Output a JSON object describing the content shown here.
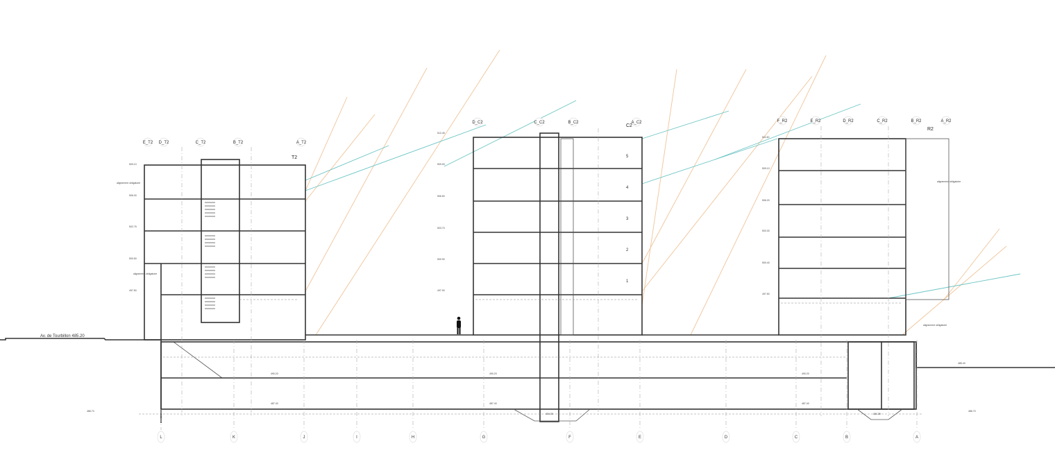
{
  "buildings": {
    "T2": {
      "name": "T2",
      "grid": [
        "E_T2",
        "D_T2",
        "C_T2",
        "B_T2",
        "A_T2"
      ],
      "levels": [
        "509.10",
        "506.00",
        "502.75",
        "500.50",
        "497.50"
      ],
      "note": "alignement obligatoire"
    },
    "C2": {
      "name": "C2",
      "grid": [
        "D_C2",
        "C_C2",
        "B_C2",
        "A_C2"
      ],
      "levels": [
        "512.45",
        "509.90",
        "506.50",
        "503.70",
        "500.90",
        "497.90"
      ],
      "floors": [
        "5",
        "4",
        "3",
        "2",
        "1"
      ]
    },
    "R2": {
      "name": "R2",
      "grid": [
        "F_R2",
        "E_R2",
        "D_R2",
        "C_R2",
        "B_R2",
        "A_R2"
      ],
      "levels": [
        "511.60",
        "509.10",
        "506.20",
        "503.30",
        "500.40",
        "497.50"
      ]
    }
  },
  "bottom_grid": [
    "L",
    "K",
    "J",
    "I",
    "H",
    "G",
    "F",
    "E",
    "D",
    "C",
    "B",
    "A"
  ],
  "labels": {
    "street": "Av. de Tourbillon 485.20",
    "align_1": "alignement obligatoire",
    "align_2": "alignement obligatoire",
    "align_t2": "alignement obligatoire",
    "ground_right": "485.40",
    "base_left": "486.70",
    "base_right": "486.70",
    "sump_1": "484.35",
    "sump_2": "484.35",
    "basement_levels": [
      "490.20",
      "487.40",
      "490.20",
      "487.40",
      "490.20",
      "487.40"
    ]
  },
  "colors": {
    "sun_lines": "#f0c49a",
    "sky_lines": "#6cc4c4",
    "walls": "#333333"
  }
}
